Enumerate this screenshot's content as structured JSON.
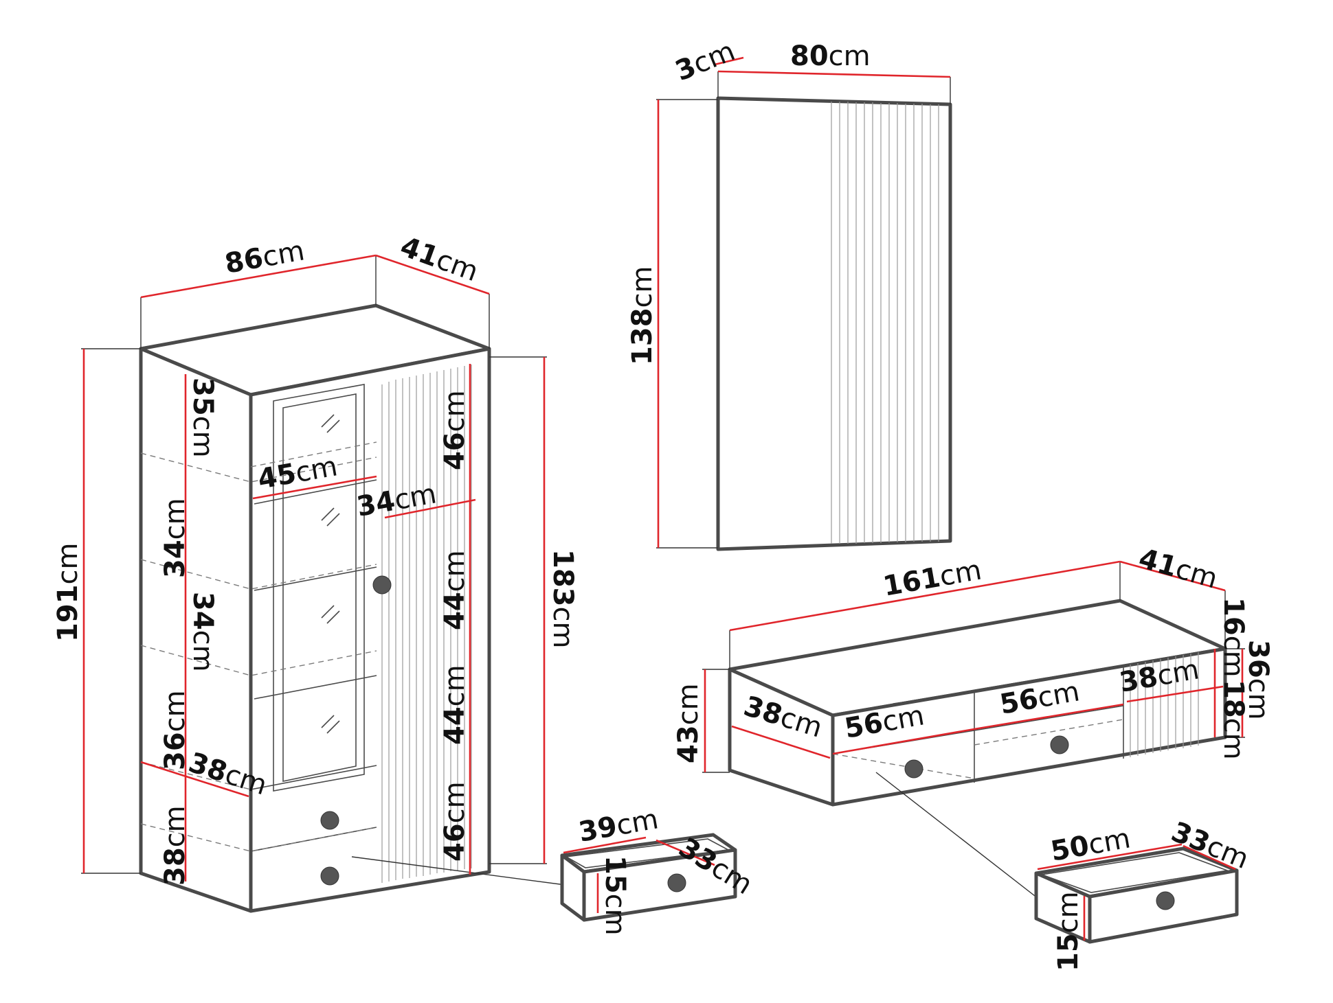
{
  "colors": {
    "dimension_line": "#e0252b",
    "outline": "#4a4a4a",
    "background": "#ffffff"
  },
  "unit": "cm",
  "cabinet": {
    "width": "86",
    "depth": "41",
    "height": "191",
    "inner_height": "183",
    "shelves": [
      "35",
      "34",
      "34",
      "36",
      "38"
    ],
    "shelf_depth_top": "45",
    "shelf_depth_bottom": "38",
    "right_depth": "34",
    "right_sections": [
      "46",
      "44",
      "44",
      "46"
    ]
  },
  "cabinet_drawer": {
    "width": "39",
    "depth": "33",
    "height": "15"
  },
  "mirror": {
    "thickness": "3",
    "width": "80",
    "height": "138"
  },
  "tv_unit": {
    "width": "161",
    "depth": "41",
    "height": "43",
    "left_depth": "38",
    "drawer_depth_a": "56",
    "drawer_depth_b": "56",
    "right_depth": "38",
    "right_top": "16",
    "right_bottom": "18",
    "right_total": "36"
  },
  "tv_drawer": {
    "width": "50",
    "depth": "33",
    "height": "15"
  }
}
